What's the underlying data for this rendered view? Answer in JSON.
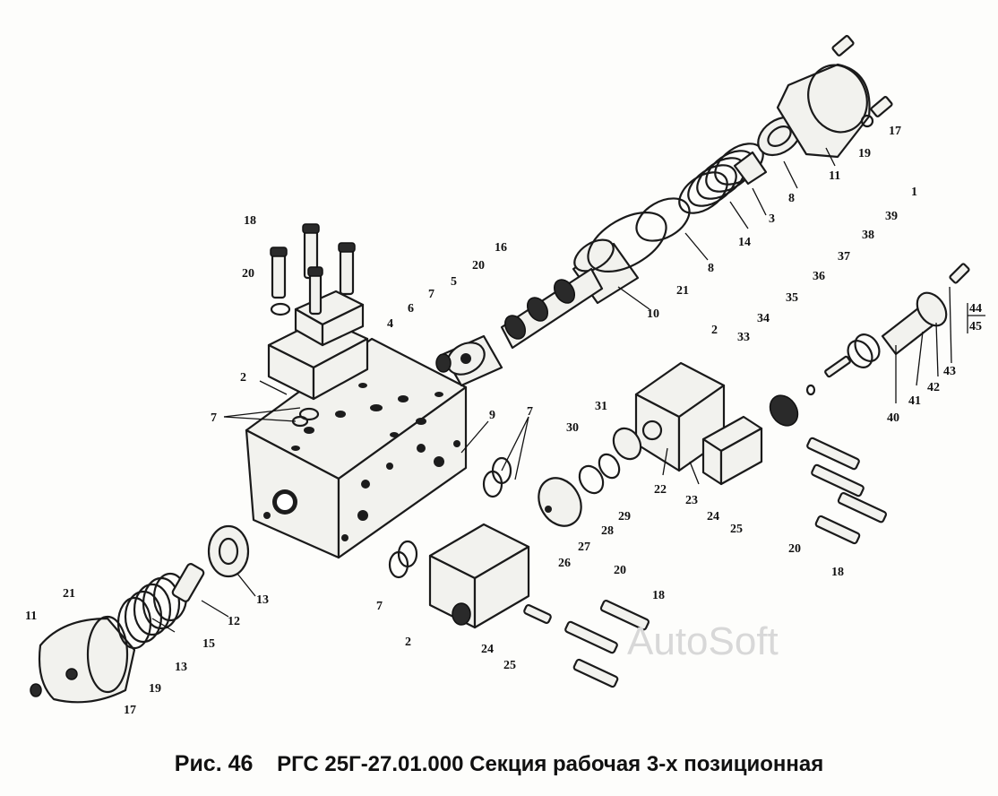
{
  "figure": {
    "label": "Рис. 46",
    "title": "РГС 25Г-27.01.000 Секция рабочая 3-х позиционная"
  },
  "watermark": "AutoSoft",
  "callouts": [
    "1",
    "2",
    "3",
    "4",
    "5",
    "6",
    "7",
    "8",
    "9",
    "10",
    "11",
    "12",
    "13",
    "14",
    "15",
    "16",
    "17",
    "18",
    "19",
    "20",
    "21",
    "22",
    "23",
    "24",
    "25",
    "26",
    "27",
    "28",
    "29",
    "30",
    "31",
    "33",
    "34",
    "35",
    "36",
    "37",
    "38",
    "39",
    "40",
    "41",
    "42",
    "43",
    "44",
    "45"
  ]
}
